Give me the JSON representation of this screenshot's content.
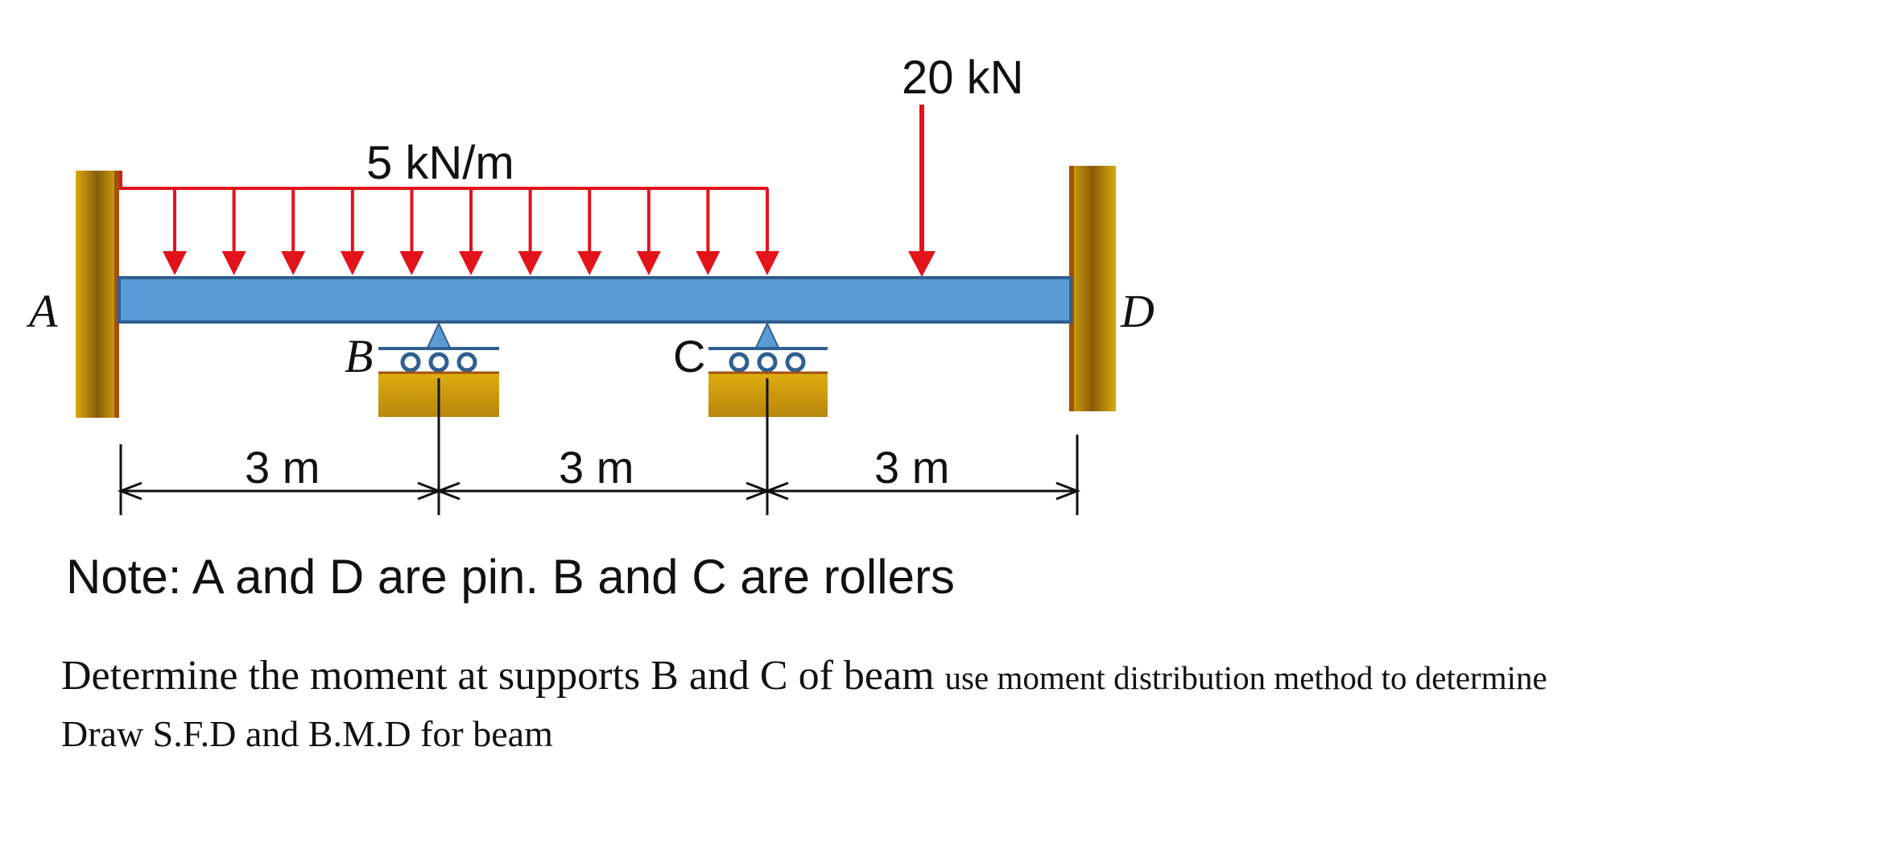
{
  "diagram": {
    "supports": {
      "a": "A",
      "b": "B",
      "c": "C",
      "d": "D"
    },
    "loads": {
      "udl": "5 kN/m",
      "point": "20 kN"
    },
    "spans": [
      "3 m",
      "3 m",
      "3 m"
    ],
    "note": "Note: A and D are pin. B and C are rollers"
  },
  "question": {
    "part1_main": "Determine the moment at supports B and C of beam",
    "part1_small": "use moment distribution method to determine",
    "part2": "Draw S.F.D and B.M.D for beam"
  },
  "colors": {
    "beam": "#5b9bd5",
    "beam_border": "#2f5f8f",
    "load": "#e3131b",
    "support_wood": "#c99a12",
    "support_dark": "#7a5205",
    "support_edge": "#a0520e"
  }
}
